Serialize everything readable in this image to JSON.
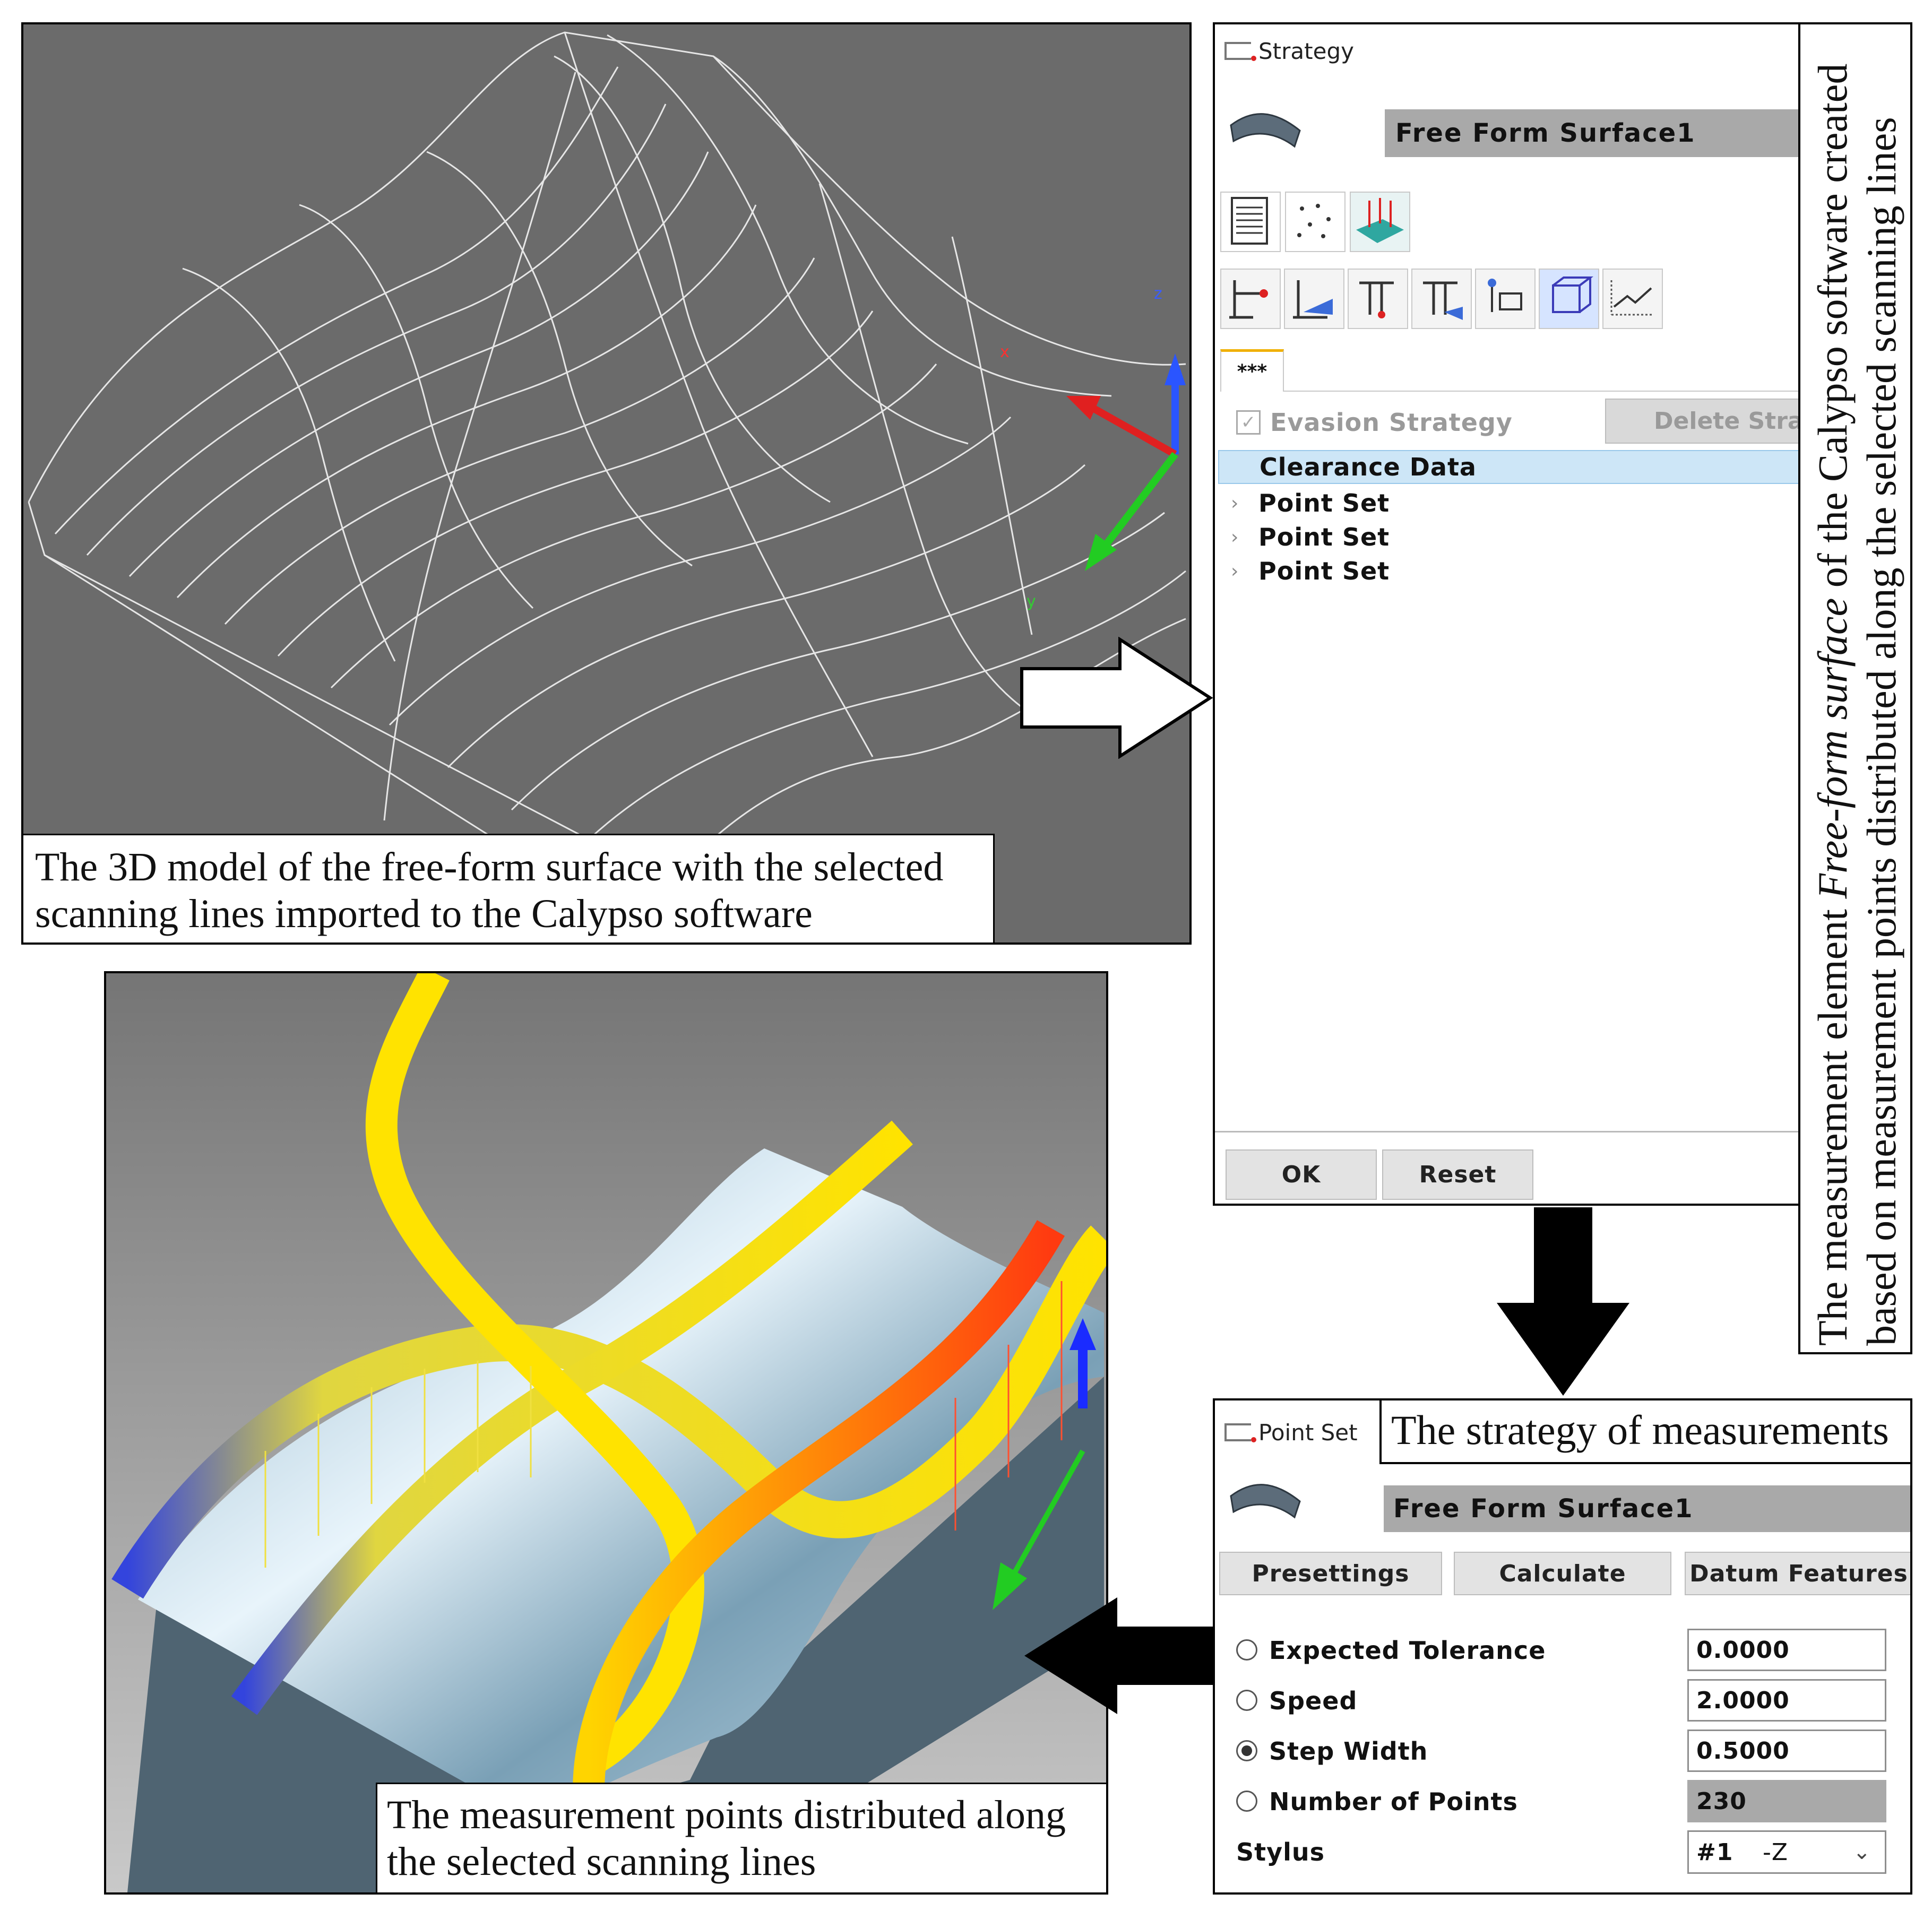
{
  "panels": {
    "wireframe_caption": "The 3D model of the free-form surface with the selected scanning lines imported to the Calypso software",
    "points_caption": "The measurement points distributed along the selected scanning lines",
    "axes": {
      "z": "z",
      "x": "x",
      "y": "y"
    }
  },
  "strategy_window": {
    "title": "Strategy",
    "feature_name": "Free Form Surface1",
    "tab_label": "***",
    "evasion_checkbox_label": "Evasion Strategy",
    "delete_button": "Delete Strat",
    "tree_items": [
      "Clearance Data",
      "Point Set",
      "Point Set",
      "Point Set"
    ],
    "ok_button": "OK",
    "reset_button": "Reset",
    "side_caption_line1_pre": "The measurement element ",
    "side_caption_line1_em": "Free-form surface",
    "side_caption_line1_post": " of the Calypso software created",
    "side_caption_line2": "based on measurement points distributed along the selected scanning lines"
  },
  "pointset_window": {
    "title": "Point Set",
    "caption": "The strategy of measurements",
    "feature_name": "Free Form Surface1",
    "buttons": [
      "Presettings",
      "Calculate",
      "Datum Features"
    ],
    "params": [
      {
        "label": "Expected Tolerance",
        "value": "0.0000",
        "selected": false
      },
      {
        "label": "Speed",
        "value": "2.0000",
        "selected": false
      },
      {
        "label": "Step Width",
        "value": "0.5000",
        "selected": true
      },
      {
        "label": "Number of Points",
        "value": "230",
        "selected": false
      }
    ],
    "stylus_label": "Stylus",
    "stylus_value": "#1",
    "stylus_direction": "-Z"
  },
  "colors": {
    "viewport_gray": "#6b6b6b",
    "selection_blue": "#cde6f7",
    "feature_field_gray": "#a9a9a9"
  }
}
